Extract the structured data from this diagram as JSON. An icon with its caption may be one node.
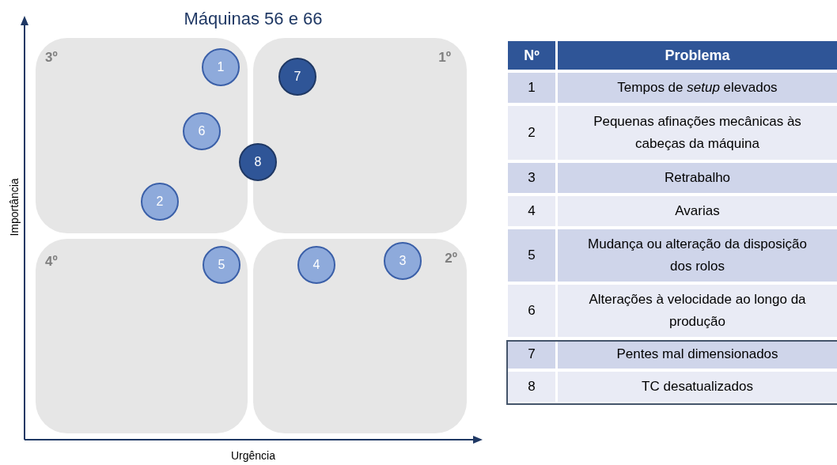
{
  "diagram": {
    "title": "Máquinas 56 e 66",
    "nodes": [
      {
        "text": [
          "3º"
        ]
      },
      {
        "text": [
          "1º"
        ]
      },
      {
        "text": [
          "4º"
        ]
      },
      {
        "text": [
          "2º"
        ]
      },
      {
        "text": [
          "1"
        ],
        "in": 0
      },
      {
        "text": [
          "7"
        ],
        "in": 1
      },
      {
        "text": [
          "6"
        ],
        "in": 0
      },
      {
        "text": [
          "8"
        ]
      },
      {
        "text": [
          "2"
        ],
        "in": 0
      },
      {
        "text": [
          "3"
        ],
        "in": 3
      },
      {
        "text": [
          "5"
        ],
        "in": 2
      },
      {
        "text": [
          "4"
        ],
        "in": 3
      }
    ],
    "edges": [],
    "labels": [
      "Importância",
      "Urgência",
      "Nº",
      "Problema",
      "1",
      "Tempos de *setup* elevados",
      "2",
      "Pequenas afinações mecânicas às cabeças da máquina",
      "3",
      "Retrabalho",
      "4",
      "Avarias",
      "5",
      "Mudança ou alteração da disposição dos rolos",
      "6",
      "Alterações à velocidade ao longo da produção",
      "7",
      "Pentes mal dimensionados",
      "8",
      "TC desatualizados"
    ]
  }
}
